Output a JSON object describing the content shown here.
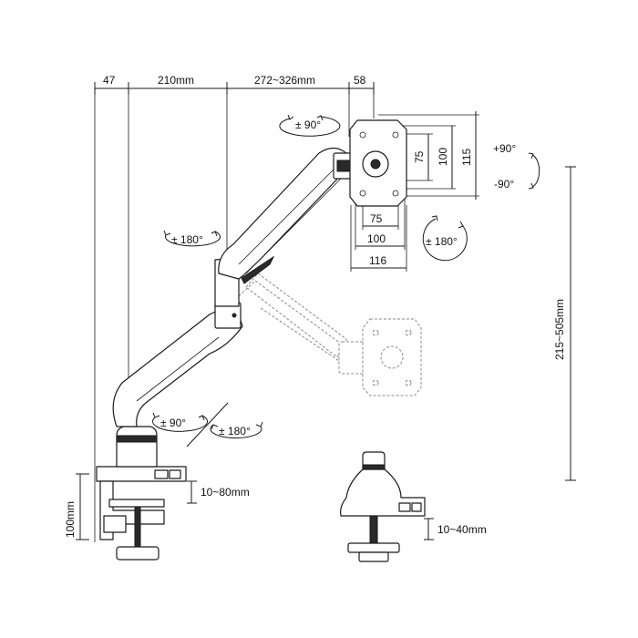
{
  "dimensions": {
    "clamp_offset": "47",
    "lower_arm_length": "210mm",
    "upper_arm_length": "272~326mm",
    "head_offset": "58",
    "vesa_75_vertical": "75",
    "vesa_100_vertical": "100",
    "plate_115_vertical": "115",
    "vesa_75_horizontal": "75",
    "vesa_100_horizontal": "100",
    "plate_116_horizontal": "116",
    "height_range": "215~505mm",
    "base_height": "100mm",
    "clamp_range": "10~80mm",
    "grommet_range": "10~40mm"
  },
  "rotations": {
    "head_swivel": "± 90°",
    "tilt_up": "+90°",
    "tilt_down": "-90°",
    "screen_rotation": "± 180°",
    "elbow_rotation": "± 180°",
    "base_swivel": "± 90°",
    "base_rotation": "± 180°"
  }
}
